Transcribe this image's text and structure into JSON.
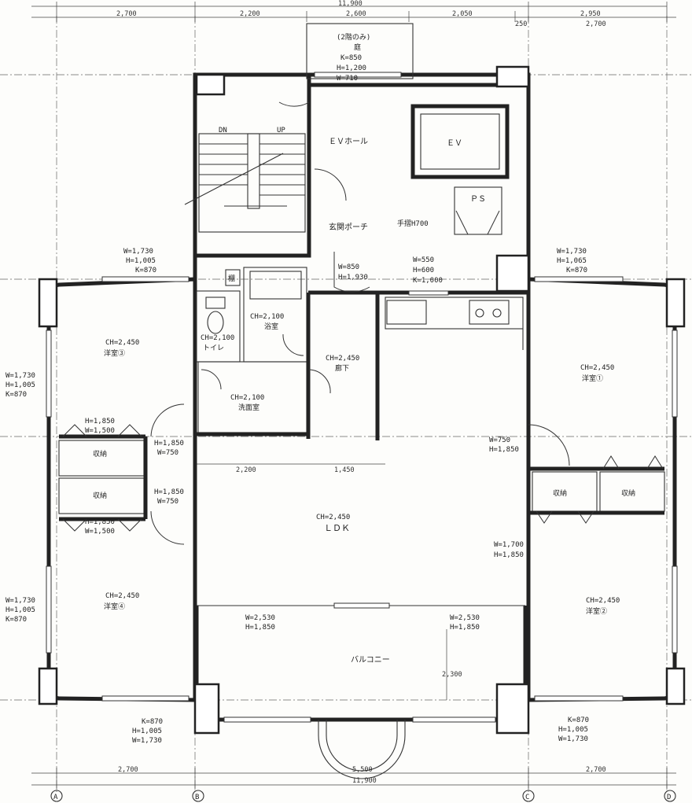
{
  "dimensions": {
    "total_top": "11,900",
    "top": [
      "2,700",
      "2,200",
      "2,600",
      "2,050",
      "2,950",
      "2,700"
    ],
    "top_small": "250",
    "bottom": [
      "2,700",
      "5,500",
      "2,700"
    ],
    "total_bottom": "11,900",
    "inner_1": "2,200",
    "inner_2": "1,450",
    "balcony_depth": "2,300"
  },
  "grid_axes": [
    "A",
    "B",
    "C",
    "D"
  ],
  "rooms": {
    "niwa": {
      "note": "(2階のみ)",
      "name": "庭",
      "specs": [
        "K=850",
        "H=1,200",
        "W=710"
      ]
    },
    "ev_hall": {
      "name": "ＥＶホール"
    },
    "ev": {
      "name": "ＥＶ"
    },
    "ps": {
      "name": "ＰＳ"
    },
    "stair_dn": "DN",
    "stair_up": "UP",
    "handrail": "手摺H700",
    "porch": {
      "name": "玄関ポーチ"
    },
    "entry_door": {
      "specs": [
        "W=850",
        "H=1,930"
      ]
    },
    "porch_window": {
      "specs": [
        "W=550",
        "H=600",
        "K=1,000"
      ]
    },
    "kura": "棚",
    "toilet": {
      "ch": "CH=2,100",
      "name": "トイレ"
    },
    "bath": {
      "ch": "CH=2,100",
      "name": "浴室"
    },
    "washroom": {
      "ch": "CH=2,100",
      "name": "洗面室"
    },
    "hall": {
      "ch": "CH=2,450",
      "name": "廊下"
    },
    "ldk": {
      "ch": "CH=2,450",
      "name": "ＬＤＫ"
    },
    "youshitsu1": {
      "ch": "CH=2,450",
      "name": "洋室①"
    },
    "youshitsu2": {
      "ch": "CH=2,450",
      "name": "洋室②"
    },
    "youshitsu3": {
      "ch": "CH=2,450",
      "name": "洋室③"
    },
    "youshitsu4": {
      "ch": "CH=2,450",
      "name": "洋室④"
    },
    "storage_l1": "収納",
    "storage_l2": "収納",
    "storage_r1": "収納",
    "storage_r2": "収納",
    "balcony": {
      "name": "バルコニー"
    }
  },
  "openings": {
    "r3_top": [
      "W=1,730",
      "H=1,005",
      "K=870"
    ],
    "r1_top": [
      "W=1,730",
      "H=1,065",
      "K=870"
    ],
    "r3_left": [
      "W=1,730",
      "H=1,005",
      "K=870"
    ],
    "r4_left": [
      "W=1,730",
      "H=1,005",
      "K=870"
    ],
    "r4_bottom": [
      "K=870",
      "H=1,005",
      "W=1,730"
    ],
    "r2_bottom": [
      "K=870",
      "H=1,005",
      "W=1,730"
    ],
    "stor_top_l": [
      "H=1,850",
      "W=1,500"
    ],
    "stor_bot_l": [
      "H=1,850",
      "W=1,500"
    ],
    "door_r3": [
      "H=1,850",
      "W=750"
    ],
    "door_r4": [
      "H=1,850",
      "W=750"
    ],
    "door_r1": [
      "W=750",
      "H=1,850"
    ],
    "door_r2": [
      "W=1,700",
      "H=1,850"
    ],
    "balc_l": [
      "W=2,530",
      "H=1,850"
    ],
    "balc_r": [
      "W=2,530",
      "H=1,850"
    ]
  }
}
